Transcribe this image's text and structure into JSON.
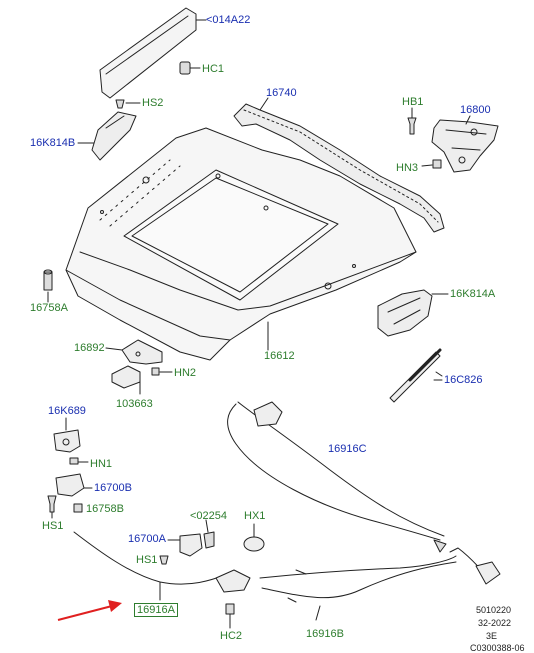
{
  "labels": {
    "l014a22": "<014A22",
    "hc1": "HC1",
    "hs2": "HS2",
    "l16k814b": "16K814B",
    "l16740": "16740",
    "hb1": "HB1",
    "l16800": "16800",
    "hn3": "HN3",
    "l16758a": "16758A",
    "l16k814a": "16K814A",
    "l16892": "16892",
    "l16612": "16612",
    "hn2": "HN2",
    "l103663": "103663",
    "l16c826": "16C826",
    "l16k689": "16K689",
    "hn1": "HN1",
    "l16916c": "16916C",
    "l16700b": "16700B",
    "l16758b": "16758B",
    "hs1a": "HS1",
    "l02254": "<02254",
    "hx1": "HX1",
    "l16700a": "16700A",
    "hs1b": "HS1",
    "l16916a": "16916A",
    "hc2": "HC2",
    "l16916b": "16916B"
  },
  "footer": {
    "line1": "5010220",
    "line2": "32-2022",
    "line3": "3E",
    "line4": "C0300388-06"
  },
  "colors": {
    "part_code": "#2e7d2e",
    "part_number": "#1a2fb0",
    "pointer": "#e02020",
    "line": "#222222"
  }
}
